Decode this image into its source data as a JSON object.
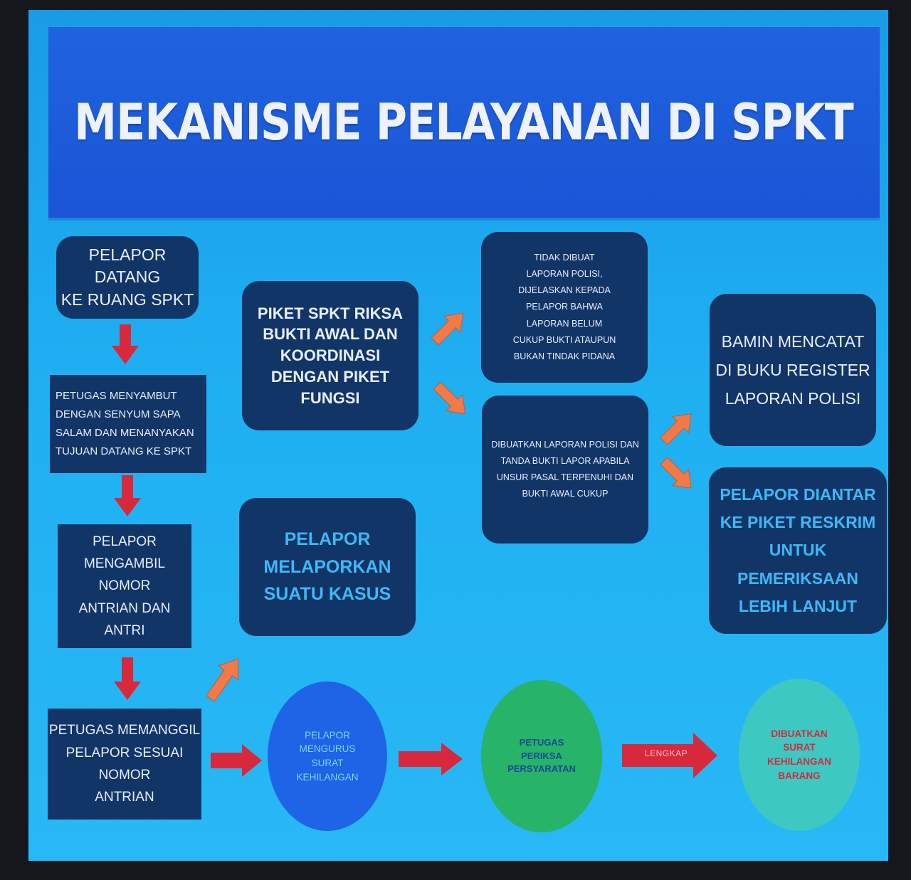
{
  "title": "MEKANISME PELAYANAN DI SPKT",
  "colors": {
    "banner": "#1fb0f2",
    "title_bar": "#1f63e0",
    "box": "#123567",
    "arrow_red": "#d8283c",
    "arrow_orange": "#f07a48",
    "circle_blue": "#1f63e6",
    "circle_green": "#27b368",
    "circle_teal": "#3dc9c2"
  },
  "left_column": {
    "step1": "PELAPOR DATANG\nKE RUANG SPKT",
    "step2": "PETUGAS MENYAMBUT\nDENGAN SENYUM SAPA\nSALAM DAN MENANYAKAN\nTUJUAN DATANG KE SPKT",
    "step3": "PELAPOR\nMENGAMBIL NOMOR\nANTRIAN DAN  ANTRI",
    "step4": "PETUGAS MEMANGGIL\nPELAPOR SESUAI NOMOR\nANTRIAN"
  },
  "middle_column": {
    "piket": "PIKET SPKT RIKSA\nBUKTI AWAL DAN\nKOORDINASI\nDENGAN PIKET\nFUNGSI",
    "melaporkan": "PELAPOR\nMELAPORKAN\nSUATU KASUS"
  },
  "outcomes": {
    "tidak_dibuat": "TIDAK DIBUAT\nLAPORAN POLISI,\nDIJELASKAN KEPADA\nPELAPOR BAHWA\nLAPORAN BELUM\nCUKUP BUKTI ATAUPUN\nBUKAN TINDAK PIDANA",
    "dibuatkan": "DIBUATKAN  LAPORAN POLISI DAN\nTANDA BUKTI LAPOR APABILA\nUNSUR PASAL TERPENUHI DAN\nBUKTI AWAL CUKUP"
  },
  "right_column": {
    "bamin": "BAMIN MENCATAT\nDI BUKU REGISTER\nLAPORAN POLISI",
    "diantar": "PELAPOR DIANTAR\nKE PIKET RESKRIM\nUNTUK\nPEMERIKSAAN\nLEBIH LANJUT"
  },
  "bottom_row": {
    "mengurus": "PELAPOR\nMENGURUS\nSURAT\nKEHILANGAN",
    "periksa": "PETUGAS\nPERIKSA\nPERSYARATAN",
    "lengkap_label": "LENGKAP",
    "dibuatkan_surat": "DIBUATKAN\nSURAT\nKEHILANGAN\nBARANG"
  }
}
